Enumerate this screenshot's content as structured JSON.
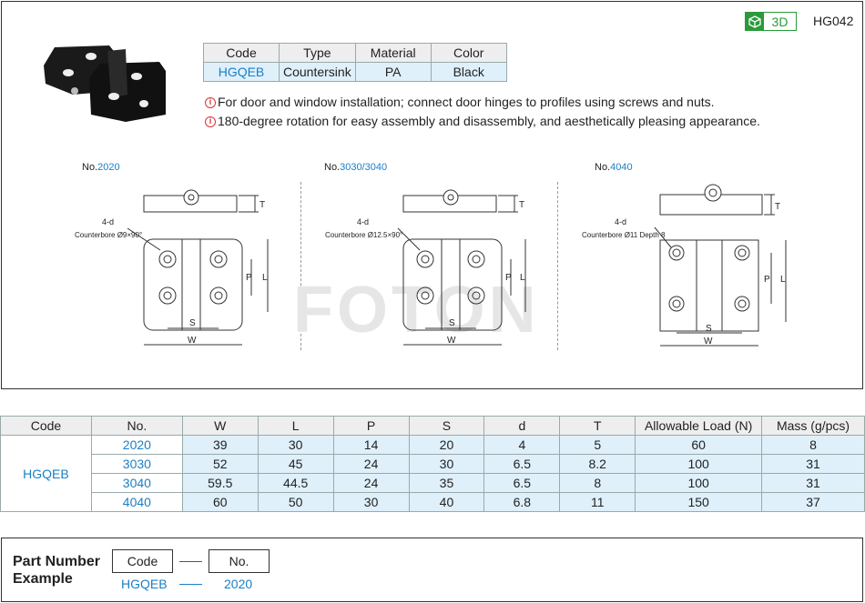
{
  "header": {
    "badge_label": "3D",
    "product_code": "HG042"
  },
  "spec_table": {
    "headers": [
      "Code",
      "Type",
      "Material",
      "Color"
    ],
    "row": [
      "HGQEB",
      "Countersink",
      "PA",
      "Black"
    ]
  },
  "notes": [
    "For door and window installation; connect door hinges to profiles using screws and nuts.",
    "180-degree rotation for easy assembly and disassembly, and aesthetically pleasing appearance."
  ],
  "drawings": [
    {
      "no_prefix": "No.",
      "no_value": "2020",
      "hole_label": "4-d",
      "hole_desc": "Counterbore Ø9×90°"
    },
    {
      "no_prefix": "No.",
      "no_value": "3030/3040",
      "hole_label": "4-d",
      "hole_desc": "Counterbore Ø12.5×90°"
    },
    {
      "no_prefix": "No.",
      "no_value": "4040",
      "hole_label": "4-d",
      "hole_desc": "Counterbore Ø11 Depth 8"
    }
  ],
  "dim_labels": {
    "T": "T",
    "P": "P",
    "L": "L",
    "S": "S",
    "W": "W"
  },
  "watermark": "FOTON",
  "data_table": {
    "headers": [
      "Code",
      "No.",
      "W",
      "L",
      "P",
      "S",
      "d",
      "T",
      "Allowable Load (N)",
      "Mass (g/pcs)"
    ],
    "code": "HGQEB",
    "rows": [
      [
        "2020",
        "39",
        "30",
        "14",
        "20",
        "4",
        "5",
        "60",
        "8"
      ],
      [
        "3030",
        "52",
        "45",
        "24",
        "30",
        "6.5",
        "8.2",
        "100",
        "31"
      ],
      [
        "3040",
        "59.5",
        "44.5",
        "24",
        "35",
        "6.5",
        "8",
        "100",
        "31"
      ],
      [
        "4040",
        "60",
        "50",
        "30",
        "40",
        "6.8",
        "11",
        "150",
        "37"
      ]
    ]
  },
  "part_number": {
    "title_line1": "Part Number",
    "title_line2": "Example",
    "box1": "Code",
    "box2": "No.",
    "example1": "HGQEB",
    "example2": "2020"
  },
  "colors": {
    "accent_blue": "#1a7fc4",
    "badge_green": "#2a9a3a",
    "cell_fill": "#dff0fb",
    "note_red": "#dd3333"
  }
}
